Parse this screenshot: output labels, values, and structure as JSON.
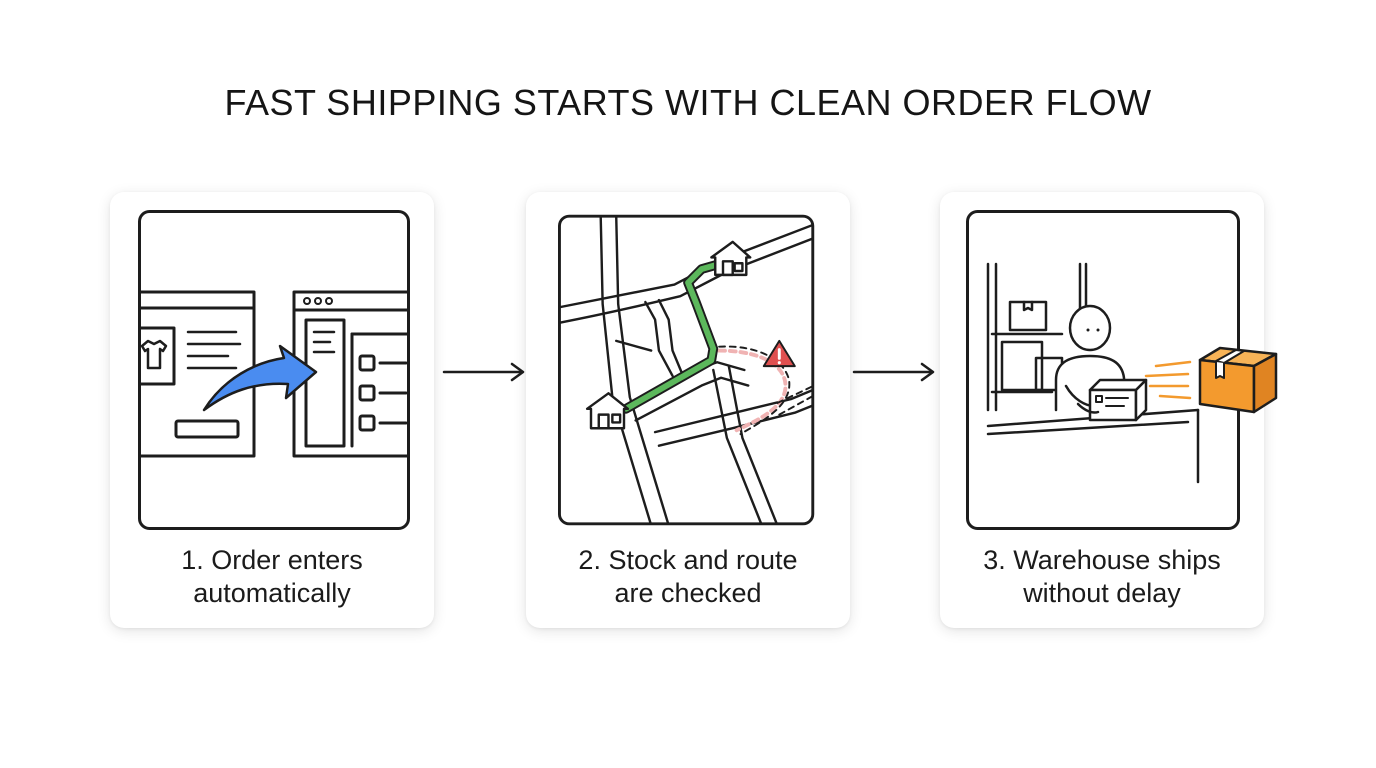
{
  "title": "FAST SHIPPING STARTS WITH CLEAN ORDER FLOW",
  "steps": [
    {
      "line1": "1. Order enters",
      "line2": "automatically",
      "icons": [
        "shirt-icon",
        "arrow-icon",
        "browser-window-icon",
        "checklist-icon"
      ]
    },
    {
      "line1": "2. Stock and route",
      "line2": "are checked",
      "icons": [
        "map-icon",
        "house-icon",
        "route-line-icon",
        "warning-icon"
      ]
    },
    {
      "line1": "3. Warehouse ships",
      "line2": "without delay",
      "icons": [
        "worker-icon",
        "shelf-icon",
        "package-icon",
        "speed-lines-icon"
      ]
    }
  ],
  "colors": {
    "outline": "#1d1d1d",
    "arrow_blue": "#4a8cf0",
    "route_green": "#5cb85c",
    "warning_red": "#e05050",
    "dashed_pink": "#f0b3b3",
    "package_orange": "#f39a2e"
  }
}
